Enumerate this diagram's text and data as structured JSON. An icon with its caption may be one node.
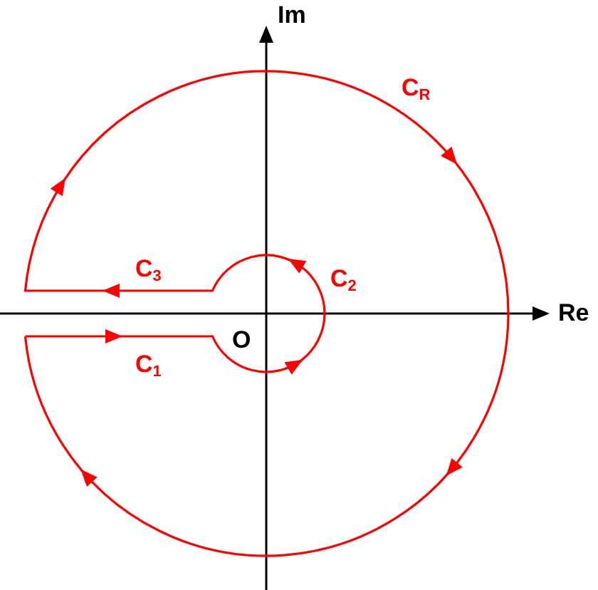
{
  "diagram": {
    "labels": [
      "Im",
      "C$_{R}$",
      "C$_{3}$",
      "C$_{2}$",
      "Re",
      "O",
      "C$_{1}$"
    ]
  }
}
